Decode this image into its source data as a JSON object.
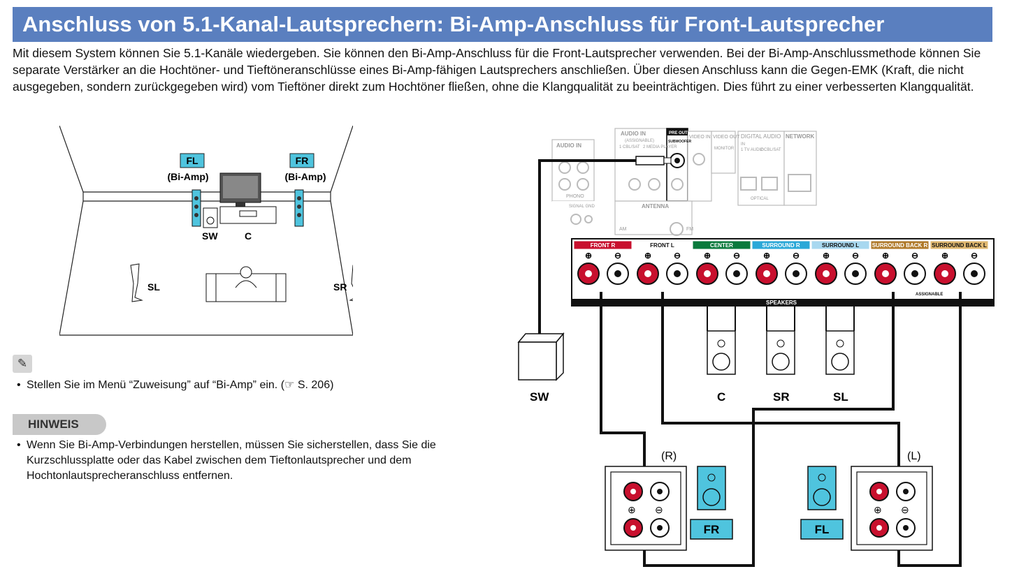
{
  "title": "Anschluss von 5.1-Kanal-Lautsprechern: Bi-Amp-Anschluss für Front-Lautsprecher",
  "intro": "Mit diesem System können Sie 5.1-Kanäle wiedergeben. Sie können den Bi-Amp-Anschluss für die Front-Lautsprecher verwenden. Bei der Bi-Amp-Anschlussmethode können Sie separate Verstärker an die Hochtöner- und Tieftöneranschlüsse eines Bi-Amp-fähigen Lautsprechers anschließen. Über diesen Anschluss kann die Gegen-EMK (Kraft, die nicht ausgegeben, sondern zurückgegeben wird) vom Tieftöner direkt zum Hochtöner fließen, ohne die Klangqualität zu beeinträchtigen. Dies führt zu einer verbesserten Klangqualität.",
  "room": {
    "fl": "FL",
    "fr": "FR",
    "bi_amp_left": "(Bi-Amp)",
    "bi_amp_right": "(Bi-Amp)",
    "sw": "SW",
    "c": "C",
    "sl": "SL",
    "sr": "SR"
  },
  "note": {
    "icon": "pencil-icon",
    "tip_text": "Stellen Sie im Menü “Zuweisung” auf “Bi-Amp” ein.",
    "tip_ref_icon": "☞",
    "tip_ref": "S. 206"
  },
  "hinweis": {
    "label": "HINWEIS",
    "text": "Wenn Sie Bi-Amp-Verbindungen herstellen, müssen Sie sicherstellen, dass Sie die Kurzschlussplatte oder das Kabel zwischen dem Tieftonlautsprecher und dem Hochtonlautsprecheranschluss entfernen."
  },
  "receiver": {
    "audio_in_phono": "AUDIO IN",
    "audio_in": "AUDIO IN",
    "assignable": "(ASSIGNABLE)",
    "cbl_sat": "1 CBL/SAT",
    "media_player": "2 MEDIA PLAYER",
    "pre_out": "PRE OUT",
    "subwoofer": "SUBWOOFER",
    "video_in": "VIDEO IN",
    "video_out": "VIDEO OUT",
    "monitor": "MONITOR",
    "digital_audio": "DIGITAL AUDIO",
    "digital_in": "IN",
    "tv_audio": "1 TV AUDIO",
    "cbl_sat_2": "2 CBL/SAT",
    "optical": "OPTICAL",
    "network": "NETWORK",
    "phono": "PHONO",
    "signal_gnd": "SIGNAL GND",
    "antenna": "ANTENNA",
    "am": "AM",
    "fm": "FM",
    "speakers": "SPEAKERS",
    "assignable_small": "ASSIGNABLE",
    "channels": [
      {
        "label": "FRONT R",
        "color": "#c8102e"
      },
      {
        "label": "FRONT L",
        "color": "#ffffff"
      },
      {
        "label": "CENTER",
        "color": "#0a7a3c"
      },
      {
        "label": "SURROUND R",
        "color": "#2aa8d8"
      },
      {
        "label": "SURROUND L",
        "color": "#a8d8f0"
      },
      {
        "label": "SURROUND BACK R",
        "color": "#b07a2a"
      },
      {
        "label": "SURROUND BACK L",
        "color": "#e0b870"
      }
    ]
  },
  "wiring": {
    "sw": "SW",
    "c": "C",
    "sr": "SR",
    "sl": "SL",
    "r_tag": "(R)",
    "l_tag": "(L)",
    "fr": "FR",
    "fl": "FL"
  }
}
